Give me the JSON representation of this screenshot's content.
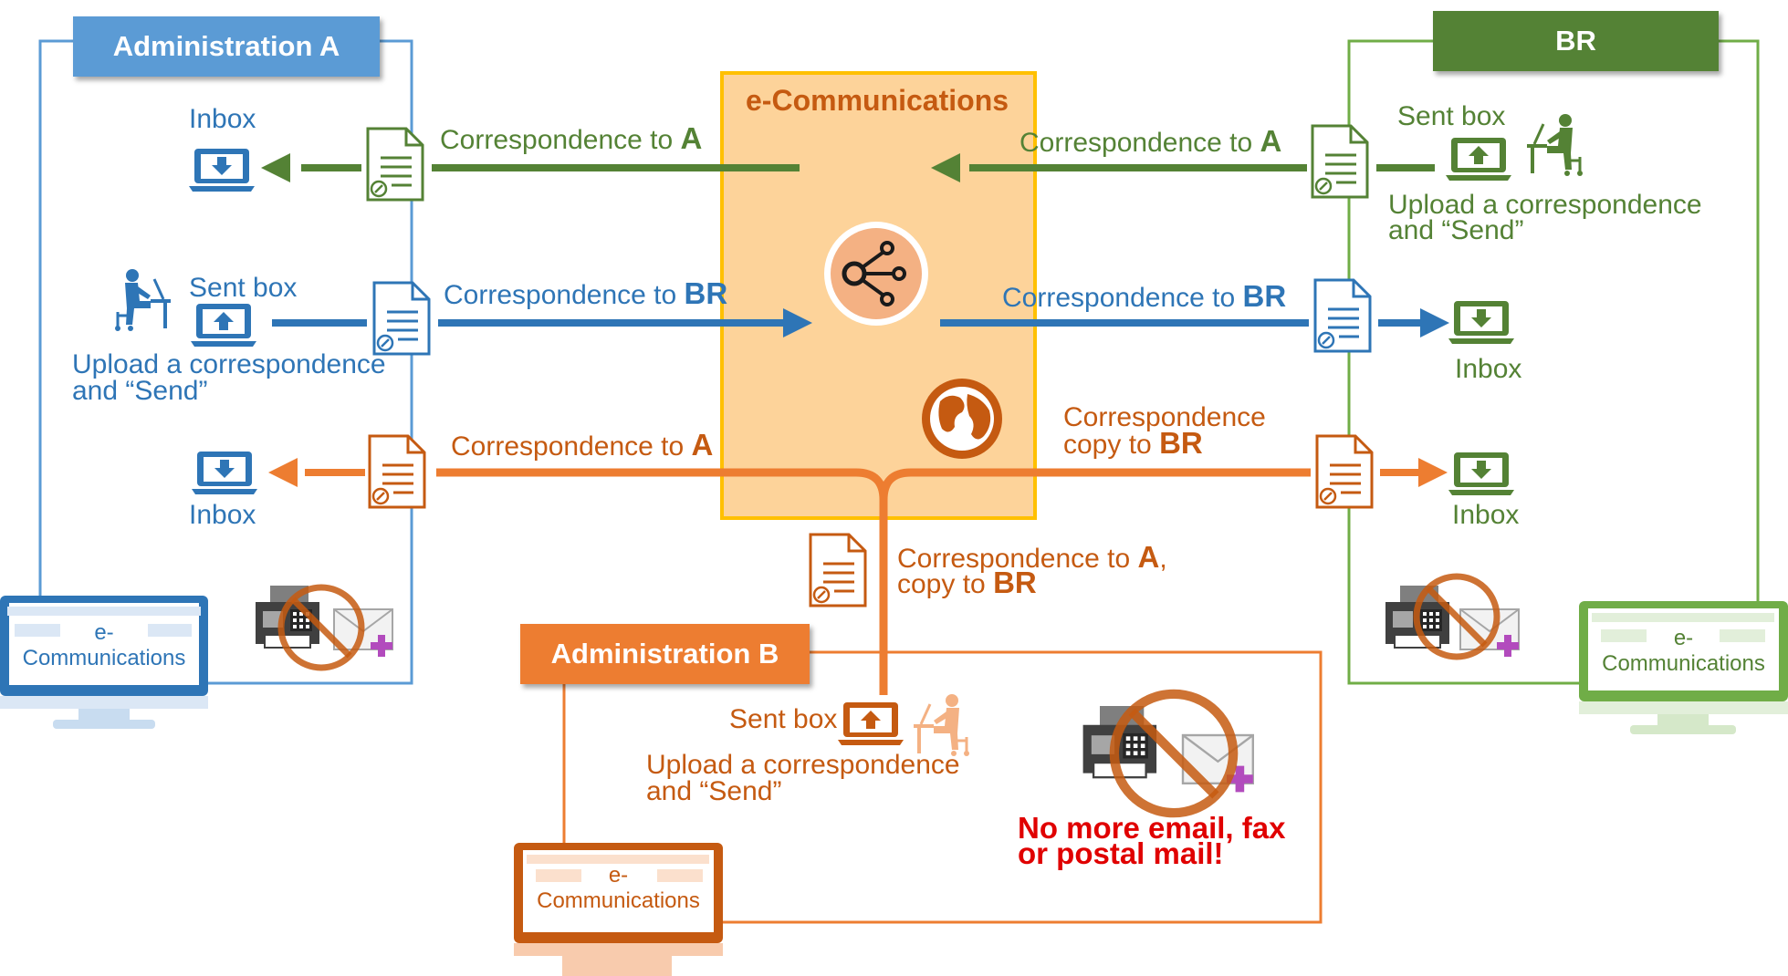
{
  "panels": {
    "admin_a": {
      "title": "Administration A"
    },
    "br": {
      "title": "BR"
    },
    "admin_b": {
      "title": "Administration B"
    },
    "hub": {
      "title": "e-Communications"
    }
  },
  "labels": {
    "a_inbox_top": "Inbox",
    "a_sent_box": "Sent box",
    "a_upload_line1": "Upload a correspondence",
    "a_upload_line2": "and “Send”",
    "a_inbox_bottom": "Inbox",
    "corr_to_a_left": "Correspondence to ",
    "corr_to_a_right": "Correspondence to ",
    "corr_to_br_left": "Correspondence to ",
    "corr_to_br_right": "Correspondence to ",
    "corr_to_a_orange": "Correspondence to ",
    "copy_line1": "Correspondence",
    "copy_line2": "copy to ",
    "b_corr_line1": "Correspondence to ",
    "b_corr_line2": "copy to ",
    "a_letter": "A",
    "br_letter": "BR",
    "comma": ",",
    "br_sent_box": "Sent box",
    "br_upload_line1": "Upload a correspondence",
    "br_upload_line2": "and “Send”",
    "br_inbox_top": "Inbox",
    "br_inbox_bottom": "Inbox",
    "b_sent_box": "Sent box",
    "b_upload_line1": "Upload a correspondence",
    "b_upload_line2": "and “Send”",
    "no_more_line1": "No more email, fax",
    "no_more_line2": "or postal mail!",
    "monitor_line1": "e-",
    "monitor_line2": "Communications"
  },
  "colors": {
    "blue": "#2e75b6",
    "light_blue": "#5b9bd5",
    "green": "#548235",
    "light_green": "#70ad47",
    "orange": "#ed7d31",
    "dark_orange": "#c55a11",
    "hub_fill": "#fdd39a",
    "hub_border": "#ffc000",
    "warning_red": "#e00000"
  },
  "icons": [
    "laptop-inbox-icon",
    "laptop-sent-icon",
    "document-icon",
    "person-at-desk-icon",
    "share-hub-icon",
    "globe-icon",
    "fax-machine-icon",
    "envelope-icon",
    "prohibited-icon",
    "monitor-icon"
  ]
}
